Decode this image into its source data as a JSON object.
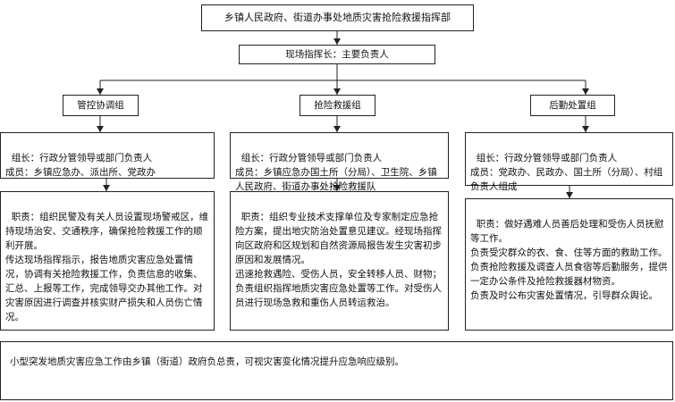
{
  "header": {
    "title": "乡镇人民政府、街道办事处地质灾害抢险救援指挥部",
    "commander": "现场指挥长：主要负责人"
  },
  "groups": [
    {
      "name": "管控协调组",
      "members": "组长：行政分管领导或部门负责人\n成员：乡镇应急办、派出所、党政办",
      "duties": "职责：组织民警及有关人员设置现场警戒区，维持现场治安、交通秩序，确保抢险救援工作的顺利开展。\n传达现场指挥指示，报告地质灾害应急处置情况，协调有关抢险救援工作，负责信息的收集、汇总、上报等工作，完成领导交办其他工作。对灾害原因进行调查并核实财产损失和人员伤亡情况。"
    },
    {
      "name": "抢险救援组",
      "members": "组长：行政分管领导或部门负责人\n成员：乡镇应急办国土所（分局）、卫生院、乡镇人民政府、街道办事处抢险救援队",
      "duties": "职责：组织专业技术支撑单位及专家制定应急抢险方案，提出地灾防治处置意见建议。经现场指挥向区政府和区规划和自然资源局报告发生灾害初步原因和发展情况。\n迅速抢救遇险、受伤人员，安全转移人员、财物；负责组织指挥地质灾害应急处置等工作。对受伤人员进行现场急救和重伤人员转运救治。"
    },
    {
      "name": "后勤处置组",
      "members": "组长：行政分管领导或部门负责人\n成员：党政办、民政办、国土所（分局）、村组负责人组成",
      "duties": "职责：做好遇难人员善后处理和受伤人员抚慰等工作。\n负责受灾群众的衣、食、住等方面的救助工作。负责抢险救援及调查人员食宿等后勤服务，提供一定办公条件及抢险救援器材物资。\n负责及时公布灾害处置情况，引导群众舆论。"
    }
  ],
  "footer": {
    "note": "小型突发地质灾害应急工作由乡镇（街道）政府负总责，可视灾害变化情况提升应急响应级别。"
  }
}
